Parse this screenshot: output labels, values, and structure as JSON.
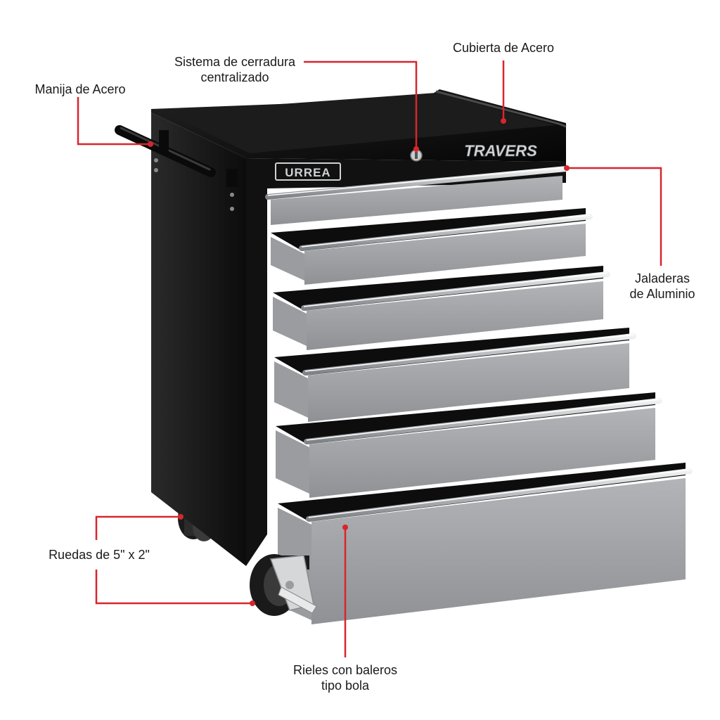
{
  "brand": {
    "logo_text": "URREA",
    "model_text": "TRAVERS"
  },
  "callouts": {
    "lock": {
      "line1": "Sistema de cerradura",
      "line2": "centralizado"
    },
    "top": {
      "line1": "Cubierta de Acero"
    },
    "handle": {
      "line1": "Manija de Acero"
    },
    "pulls": {
      "line1": "Jaladeras",
      "line2": "de Aluminio"
    },
    "wheels": {
      "line1": "Ruedas de 5\" x 2\""
    },
    "rails": {
      "line1": "Rieles con baleros",
      "line2": "tipo bola"
    }
  },
  "colors": {
    "cabinet": "#141414",
    "drawer": "#a3a5a8",
    "handle_bar": "#d4d6d8",
    "leader": "#d7262c"
  },
  "drawer_count": 6
}
